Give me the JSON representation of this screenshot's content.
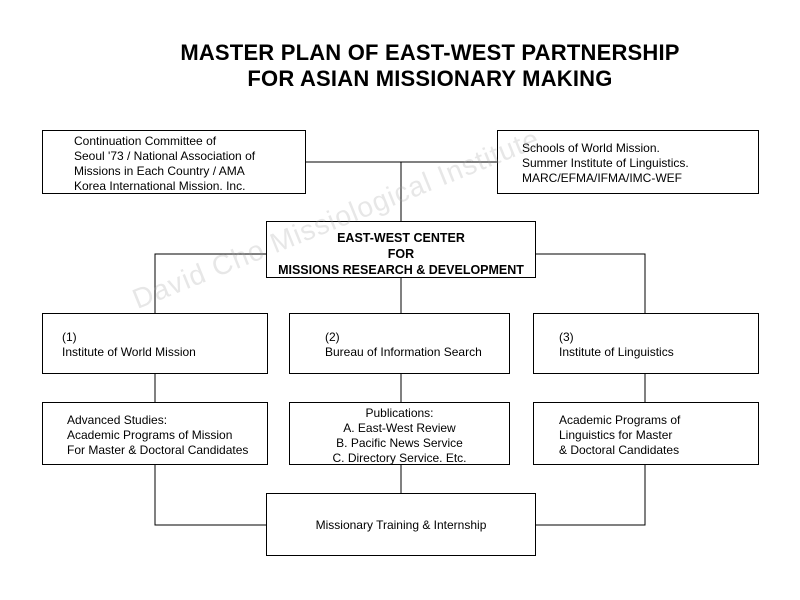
{
  "title": {
    "line1": "MASTER PLAN OF EAST-WEST PARTNERSHIP",
    "line2": "FOR ASIAN MISSIONARY MAKING"
  },
  "boxes": {
    "continuation_committee": {
      "lines": [
        "Continuation Committee of",
        "Seoul '73 / National Association of",
        "Missions in Each Country / AMA",
        "Korea International Mission. Inc."
      ]
    },
    "schools": {
      "lines": [
        "Schools of World Mission.",
        "Summer Institute of Linguistics.",
        "MARC/EFMA/IFMA/IMC-WEF"
      ]
    },
    "center": {
      "lines": [
        "EAST-WEST CENTER",
        "FOR",
        "MISSIONS RESEARCH & DEVELOPMENT"
      ]
    },
    "institute_world_mission": {
      "number": "(1)",
      "label": "Institute of World Mission"
    },
    "bureau_information": {
      "number": "(2)",
      "label": "Bureau of Information Search"
    },
    "institute_linguistics": {
      "number": "(3)",
      "label": "Institute of Linguistics"
    },
    "advanced_studies": {
      "lines": [
        "Advanced Studies:",
        "Academic Programs of Mission",
        "For Master & Doctoral Candidates"
      ]
    },
    "publications": {
      "lines": [
        "Publications:",
        "A. East-West Review",
        "B. Pacific News Service",
        "C. Directory Service. Etc."
      ]
    },
    "linguistics_programs": {
      "lines": [
        "Academic Programs of",
        "Linguistics for Master",
        "& Doctoral Candidates"
      ]
    },
    "training": {
      "label": "Missionary Training & Internship"
    }
  },
  "watermark": "David Cho Missiological Institute"
}
